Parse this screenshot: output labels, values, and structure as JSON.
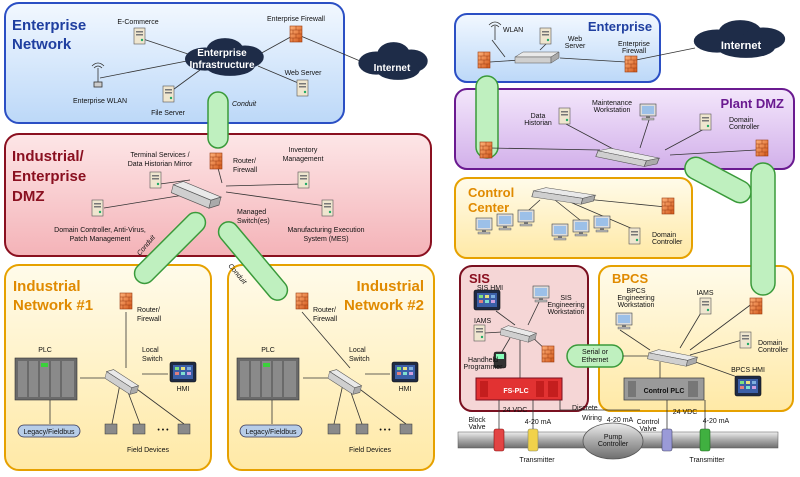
{
  "colors": {
    "enterprise_fill": "#dcecff",
    "enterprise_stroke": "#2b4fc4",
    "dmz_fill": "#fad4d6",
    "dmz_stroke": "#8a1020",
    "industrial_fill": "#fff3cc",
    "industrial_stroke": "#e6a100",
    "plantdmz_fill": "#e3ccf2",
    "plantdmz_stroke": "#6a1a90",
    "conduit": "#bff0bf",
    "conduit_stroke": "#3a9a3a",
    "firewall": "#e8722a",
    "cloud": "#1e2c48"
  },
  "left": {
    "enterprise": {
      "title_line1": "Enterprise",
      "title_line2": "Network",
      "infra_line1": "Enterprise",
      "infra_line2": "Infrastructure",
      "ecommerce": "E-Commerce",
      "enterprise_firewall": "Enterprise Firewall",
      "internet": "Internet",
      "web_server": "Web Server",
      "wlan": "Enterprise WLAN",
      "file_server": "File Server",
      "conduit": "Conduit"
    },
    "dmz": {
      "title_line1": "Industrial/",
      "title_line2": "Enterprise",
      "title_line3": "DMZ",
      "terminal_line1": "Terminal Services /",
      "terminal_line2": "Data Historian Mirror",
      "router_line1": "Router/",
      "router_line2": "Firewall",
      "inventory_line1": "Inventory",
      "inventory_line2": "Management",
      "managed_line1": "Managed",
      "managed_line2": "Switch(es)",
      "domain_line1": "Domain Controller, Anti-Virus,",
      "domain_line2": "Patch Management",
      "mes_line1": "Manufacturing Execution",
      "mes_line2": "System (MES)",
      "conduit_left": "Conduit",
      "conduit_right": "Conduit"
    },
    "net1": {
      "title_line1": "Industrial",
      "title_line2": "Network #1",
      "router_line1": "Router/",
      "router_line2": "Firewall",
      "plc": "PLC",
      "local_line1": "Local",
      "local_line2": "Switch",
      "hmi": "HMI",
      "legacy": "Legacy/Fieldbus",
      "dots": "• • •",
      "field": "Field Devices"
    },
    "net2": {
      "title_line1": "Industrial",
      "title_line2": "Network #2",
      "router_line1": "Router/",
      "router_line2": "Firewall",
      "plc": "PLC",
      "local_line1": "Local",
      "local_line2": "Switch",
      "hmi": "HMI",
      "legacy": "Legacy/Fieldbus",
      "dots": "• • •",
      "field": "Field Devices"
    }
  },
  "right": {
    "enterprise": {
      "title": "Enterprise",
      "wlan": "WLAN",
      "web_line1": "Web",
      "web_line2": "Server",
      "fw_line1": "Enterprise",
      "fw_line2": "Firewall",
      "internet": "Internet"
    },
    "plant_dmz": {
      "title": "Plant DMZ",
      "historian_line1": "Data",
      "historian_line2": "Historian",
      "maint_line1": "Maintenance",
      "maint_line2": "Workstation",
      "domain_line1": "Domain",
      "domain_line2": "Controller"
    },
    "control_center": {
      "title_line1": "Control",
      "title_line2": "Center",
      "domain_line1": "Domain",
      "domain_line2": "Controller"
    },
    "sis": {
      "title": "SIS",
      "hmi": "SIS HMI",
      "eng_line1": "SIS",
      "eng_line2": "Engineering",
      "eng_line3": "Workstation",
      "iams": "IAMS",
      "handheld_line1": "Handheld",
      "handheld_line2": "Programmer",
      "fsplc": "FS-PLC",
      "serial_line1": "Serial or",
      "serial_line2": "Ethernet"
    },
    "bpcs": {
      "title": "BPCS",
      "eng_line1": "BPCS",
      "eng_line2": "Engineering",
      "eng_line3": "Workstation",
      "iams": "IAMS",
      "domain_line1": "Domain",
      "domain_line2": "Controller",
      "hmi": "BPCS HMI",
      "control_plc": "Control PLC"
    },
    "process": {
      "discrete": "Discrete",
      "wiring": "Wiring",
      "vdc_left": "24 VDC",
      "ma_left": "4-20 mA",
      "block_line1": "Block",
      "block_line2": "Valve",
      "ma_mid": "4-20 mA",
      "vdc_right": "24 VDC",
      "ma_right": "4-20 mA",
      "control_line1": "Control",
      "control_line2": "Valve",
      "pump_line1": "Pump",
      "pump_line2": "Controller",
      "transmitter_left": "Transmitter",
      "transmitter_right": "Transmitter"
    }
  }
}
